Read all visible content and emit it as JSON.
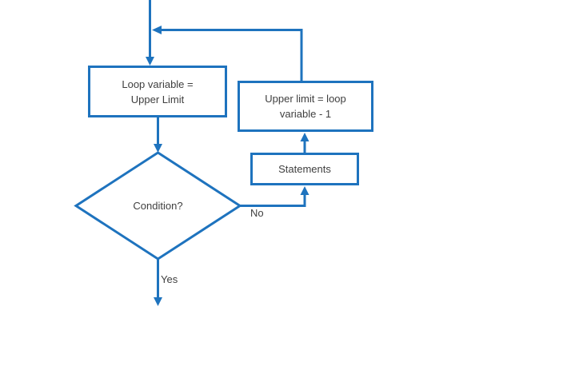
{
  "colors": {
    "line": "#1E73BE",
    "text": "#3F3F3F",
    "shape_fill": "#FFFFFF"
  },
  "diagram": {
    "type": "flowchart",
    "nodes": {
      "loop_variable_box": {
        "shape": "rectangle",
        "label": "Loop variable =\nUpper Limit"
      },
      "upper_limit_box": {
        "shape": "rectangle",
        "label": "Upper limit = loop\nvariable - 1"
      },
      "statements_box": {
        "shape": "rectangle",
        "label": "Statements"
      },
      "condition_diamond": {
        "shape": "diamond",
        "label": "Condition?"
      }
    },
    "edge_labels": {
      "no": "No",
      "yes": "Yes"
    },
    "edges": [
      {
        "from": "entry",
        "to": "loop_variable_box"
      },
      {
        "from": "loop_variable_box",
        "to": "condition_diamond"
      },
      {
        "from": "condition_diamond",
        "to": "statements_box",
        "label": "No"
      },
      {
        "from": "statements_box",
        "to": "upper_limit_box"
      },
      {
        "from": "upper_limit_box",
        "to": "loop_variable_box",
        "note": "feedback loop to entry line"
      },
      {
        "from": "condition_diamond",
        "to": "exit",
        "label": "Yes"
      }
    ]
  }
}
